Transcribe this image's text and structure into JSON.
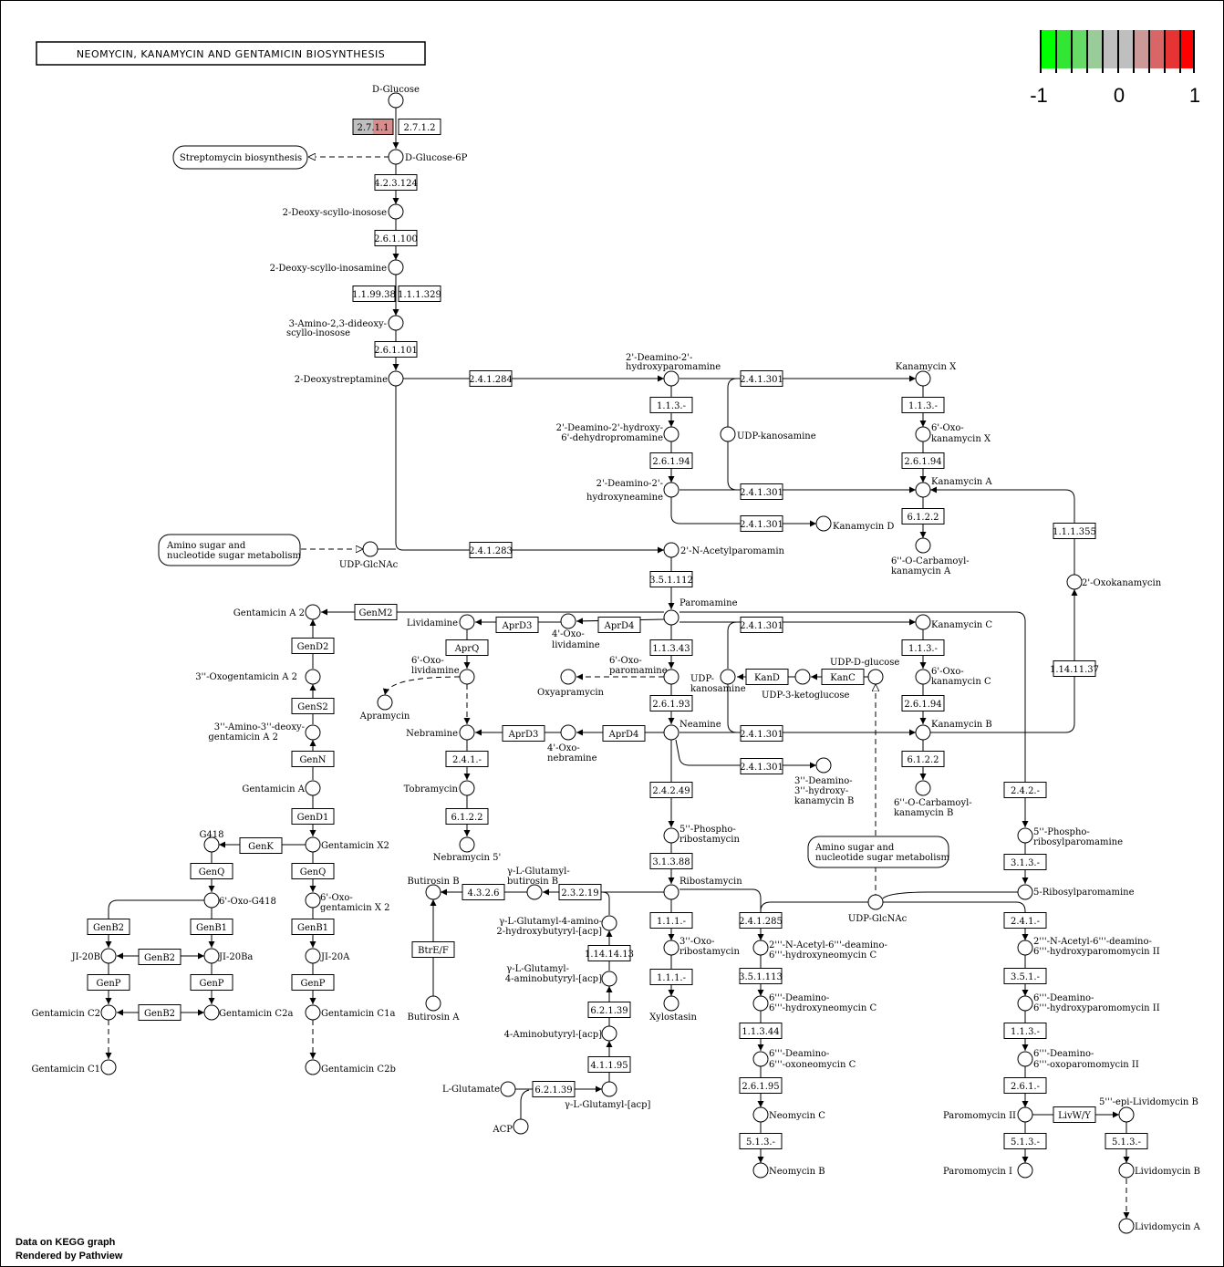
{
  "title": "NEOMYCIN, KANAMYCIN AND GENTAMICIN BIOSYNTHESIS",
  "legend": {
    "min_label": "-1",
    "mid_label": "0",
    "max_label": "1",
    "colors": [
      "#00ff00",
      "#33e633",
      "#66d966",
      "#99cc99",
      "#bfbfbf",
      "#bfbfbf",
      "#cc9999",
      "#d96666",
      "#e63333",
      "#ff0000"
    ]
  },
  "footer": {
    "line1": "Data on KEGG graph",
    "line2": "Rendered by Pathview"
  },
  "highlight": {
    "enzyme": "2.7.1.1",
    "fill_left": "#bfbfbf",
    "fill_right": "#d98c8c"
  },
  "compounds": {
    "dglucose": "D-Glucose",
    "dglucose6p": "D-Glucose-6P",
    "deoxyscylloinosose": "2-Deoxy-scyllo-inosose",
    "deoxyscylloinosamine": "2-Deoxy-scyllo-inosamine",
    "amino_dideoxy_1": "3-Amino-2,3-dideoxy-",
    "amino_dideoxy_2": "scyllo-inosose",
    "deoxystreptamine": "2-Deoxystreptamine",
    "dhp_1": "2'-Deamino-2'-",
    "dhp_2": "hydroxyparomamine",
    "dhdp_1": "2'-Deamino-2'-hydroxy-",
    "dhdp_2": "6'-dehydropromamine",
    "dhn_1": "2'-Deamino-2'-",
    "dhn_2": "hydroxyneamine",
    "udp_kanosamine_top": "UDP-kanosamine",
    "kanamycin_x": "Kanamycin X",
    "oxokanx_1": "6'-Oxo-",
    "oxokanx_2": "kanamycin X",
    "kanamycin_a": "Kanamycin A",
    "kanamycin_d": "Kanamycin D",
    "ocarb_a_1": "6''-O-Carbamoyl-",
    "ocarb_a_2": "kanamycin A",
    "oxokanamycin": "2'-Oxokanamycin",
    "udp_glcnac_top": "UDP-GlcNAc",
    "acetylparomamin": "2'-N-Acetylparomamin",
    "paromamine": "Paromamine",
    "gentamicin_a2": "Gentamicin A 2",
    "oxogentamicin_a2": "3''-Oxogentamicin A 2",
    "aminodeoxy_1": "3''-Amino-3''-deoxy-",
    "aminodeoxy_2": "gentamicin A 2",
    "gentamicin_a": "Gentamicin A",
    "gentamicin_x2": "Gentamicin X2",
    "g418": "G418",
    "oxo_g418": "6'-Oxo-G418",
    "oxo_gx2_1": "6'-Oxo-",
    "oxo_gx2_2": "gentamicin X 2",
    "ji20b": "JI-20B",
    "ji20ba": "JI-20Ba",
    "ji20a": "JI-20A",
    "gentamicin_c2": "Gentamicin C2",
    "gentamicin_c2a": "Gentamicin C2a",
    "gentamicin_c1a": "Gentamicin C1a",
    "gentamicin_c1": "Gentamicin C1",
    "gentamicin_c2b": "Gentamicin C2b",
    "lividamine": "Lividamine",
    "oxolividamine_1": "4'-Oxo-",
    "oxolividamine_2": "lividamine",
    "oxolividamine6_1": "6'-Oxo-",
    "oxolividamine6_2": "lividamine",
    "apramycin": "Apramycin",
    "oxoparomamine_1": "6'-Oxo-",
    "oxoparomamine_2": "paromamine",
    "oxyapramycin": "Oxyapramycin",
    "nebramine": "Nebramine",
    "oxonebramine_1": "4'-Oxo-",
    "oxonebramine_2": "nebramine",
    "neamine": "Neamine",
    "tobramycin": "Tobramycin",
    "nebramycin5": "Nebramycin 5'",
    "udp_kanosamine_mid_1": "UDP-",
    "udp_kanosamine_mid_2": "kanosamine",
    "udp_3_ketoglucose": "UDP-3-ketoglucose",
    "udp_dglucose": "UDP-D-glucose",
    "kanamycin_c": "Kanamycin C",
    "oxokanc_1": "6'-Oxo-",
    "oxokanc_2": "kanamycin C",
    "kanamycin_b": "Kanamycin B",
    "ocarb_b_1": "6''-O-Carbamoyl-",
    "ocarb_b_2": "kanamycin B",
    "deamino_hk_b_1": "3''-Deamino-",
    "deamino_hk_b_2": "3''-hydroxy-",
    "deamino_hk_b_3": "kanamycin B",
    "phosphoribostamycin_1": "5''-Phospho-",
    "phosphoribostamycin_2": "ribostamycin",
    "ribostamycin": "Ribostamycin",
    "phosphoribosylparomamine_1": "5''-Phospho-",
    "phosphoribosylparomamine_2": "ribosylparomamine",
    "ribosylparomamine": "5-Ribosylparomamine",
    "udp_glcnac_bottom": "UDP-GlcNAc",
    "butirosin_b": "Butirosin B",
    "glutamyl_butirosin_1": "γ-L-Glutamyl-",
    "glutamyl_butirosin_2": "butirosin B",
    "glutamyl_amino_1": "γ-L-Glutamyl-4-amino-",
    "glutamyl_amino_2": "2-hydroxybutyryl-[acp]",
    "glutamyl_aminobutyryl_1": "γ-L-Glutamyl-",
    "glutamyl_aminobutyryl_2": "4-aminobutyryl-[acp]",
    "aminobutyryl_acp": "4-Aminobutyryl-[acp]",
    "l_glutamate": "L-Glutamate",
    "glutamyl_acp": "γ-L-Glutamyl-[acp]",
    "acp": "ACP",
    "butirosin_a": "Butirosin A",
    "oxoribostamycin_1": "3''-Oxo-",
    "oxoribostamycin_2": "ribostamycin",
    "xylostasin": "Xylostasin",
    "adhc_1": "2'''-N-Acetyl-6'''-deamino-",
    "adhc_2": "6'''-hydroxyneomycin C",
    "dhc_1": "6'''-Deamino-",
    "dhc_2": "6'''-hydroxyneomycin C",
    "doc_1": "6'''-Deamino-",
    "doc_2": "6'''-oxoneomycin C",
    "neomycin_c": "Neomycin C",
    "neomycin_b": "Neomycin B",
    "adhp_1": "2'''-N-Acetyl-6'''-deamino-",
    "adhp_2": "6'''-hydroxyparomomycin II",
    "dhp2_1": "6'''-Deamino-",
    "dhp2_2": "6'''-hydroxyparomomycin II",
    "dop_1": "6'''-Deamino-",
    "dop_2": "6'''-oxoparomomycin II",
    "paromomycin_ii": "Paromomycin II",
    "epi_lividomycin_b": "5'''-epi-Lividomycin B",
    "paromomycin_i": "Paromomycin I",
    "lividomycin_b": "Lividomycin B",
    "lividomycin_a": "Lividomycin A"
  },
  "maps": {
    "streptomycin": "Streptomycin biosynthesis",
    "aminosugar_1_a": "Amino sugar and",
    "aminosugar_1_b": "nucleotide sugar metabolism",
    "aminosugar_2_a": "Amino sugar and",
    "aminosugar_2_b": "nucleotide sugar metabolism"
  },
  "enzymes": {
    "e_2711": "2.7.1.1",
    "e_2712": "2.7.1.2",
    "e_423124": "4.2.3.124",
    "e_261100_a": "2.6.1.100",
    "e_119938": "1.1.99.38",
    "e_111329": "1.1.1.329",
    "e_261101": "2.6.1.101",
    "e_241284": "2.4.1.284",
    "e_113_a": "1.1.3.-",
    "e_26194_a": "2.6.1.94",
    "e_241301_a": "2.4.1.301",
    "e_113_b": "1.1.3.-",
    "e_26194_b": "2.6.1.94",
    "e_241301_b": "2.4.1.301",
    "e_241301_c": "2.4.1.301",
    "e_6122_a": "6.1.2.2",
    "e_111355": "1.1.1.355",
    "e_241283": "2.4.1.283",
    "e_351112": "3.5.1.112",
    "e_genm2": "GenM2",
    "e_aprd3_a": "AprD3",
    "e_aprd4_a": "AprD4",
    "e_aprq": "AprQ",
    "e_11343": "1.1.3.43",
    "e_241301_d": "2.4.1.301",
    "e_113_c": "1.1.3.-",
    "e_kand": "KanD",
    "e_kanc": "KanC",
    "e_26193": "2.6.1.93",
    "e_aprd3_b": "AprD3",
    "e_aprd4_b": "AprD4",
    "e_241301_e": "2.4.1.301",
    "e_26194_c": "2.6.1.94",
    "e_1141137": "1.14.11.37",
    "e_241_a": "2.4.1.-",
    "e_6122_b": "6.1.2.2",
    "e_6122_c": "6.1.2.2",
    "e_241301_f": "2.4.1.301",
    "e_24249": "2.4.2.49",
    "e_242_a": "2.4.2.-",
    "e_gend2": "GenD2",
    "e_gens2": "GenS2",
    "e_genn": "GenN",
    "e_gend1": "GenD1",
    "e_genk": "GenK",
    "e_genq_a": "GenQ",
    "e_genq_b": "GenQ",
    "e_genb2_a": "GenB2",
    "e_genb1_a": "GenB1",
    "e_genb1_b": "GenB1",
    "e_genb2_b": "GenB2",
    "e_genp_a": "GenP",
    "e_genp_b": "GenP",
    "e_genp_c": "GenP",
    "e_genb2_c": "GenB2",
    "e_31388": "3.1.3.88",
    "e_313_a": "3.1.3.-",
    "e_4326": "4.3.2.6",
    "e_23219": "2.3.2.19",
    "e_btref": "BtrE/F",
    "e_1141413": "1.14.14.13",
    "e_62139_a": "6.2.1.39",
    "e_41195": "4.1.1.95",
    "e_62139_b": "6.2.1.39",
    "e_111_a": "1.1.1.-",
    "e_111_b": "1.1.1.-",
    "e_241285": "2.4.1.285",
    "e_351113": "3.5.1.113",
    "e_11344": "1.1.3.44",
    "e_26195": "2.6.1.95",
    "e_513_a": "5.1.3.-",
    "e_241_b": "2.4.1.-",
    "e_351_a": "3.5.1.-",
    "e_113_d": "1.1.3.-",
    "e_261_a": "2.6.1.-",
    "e_livwy": "LivW/Y",
    "e_513_b": "5.1.3.-",
    "e_513_c": "5.1.3.-"
  }
}
